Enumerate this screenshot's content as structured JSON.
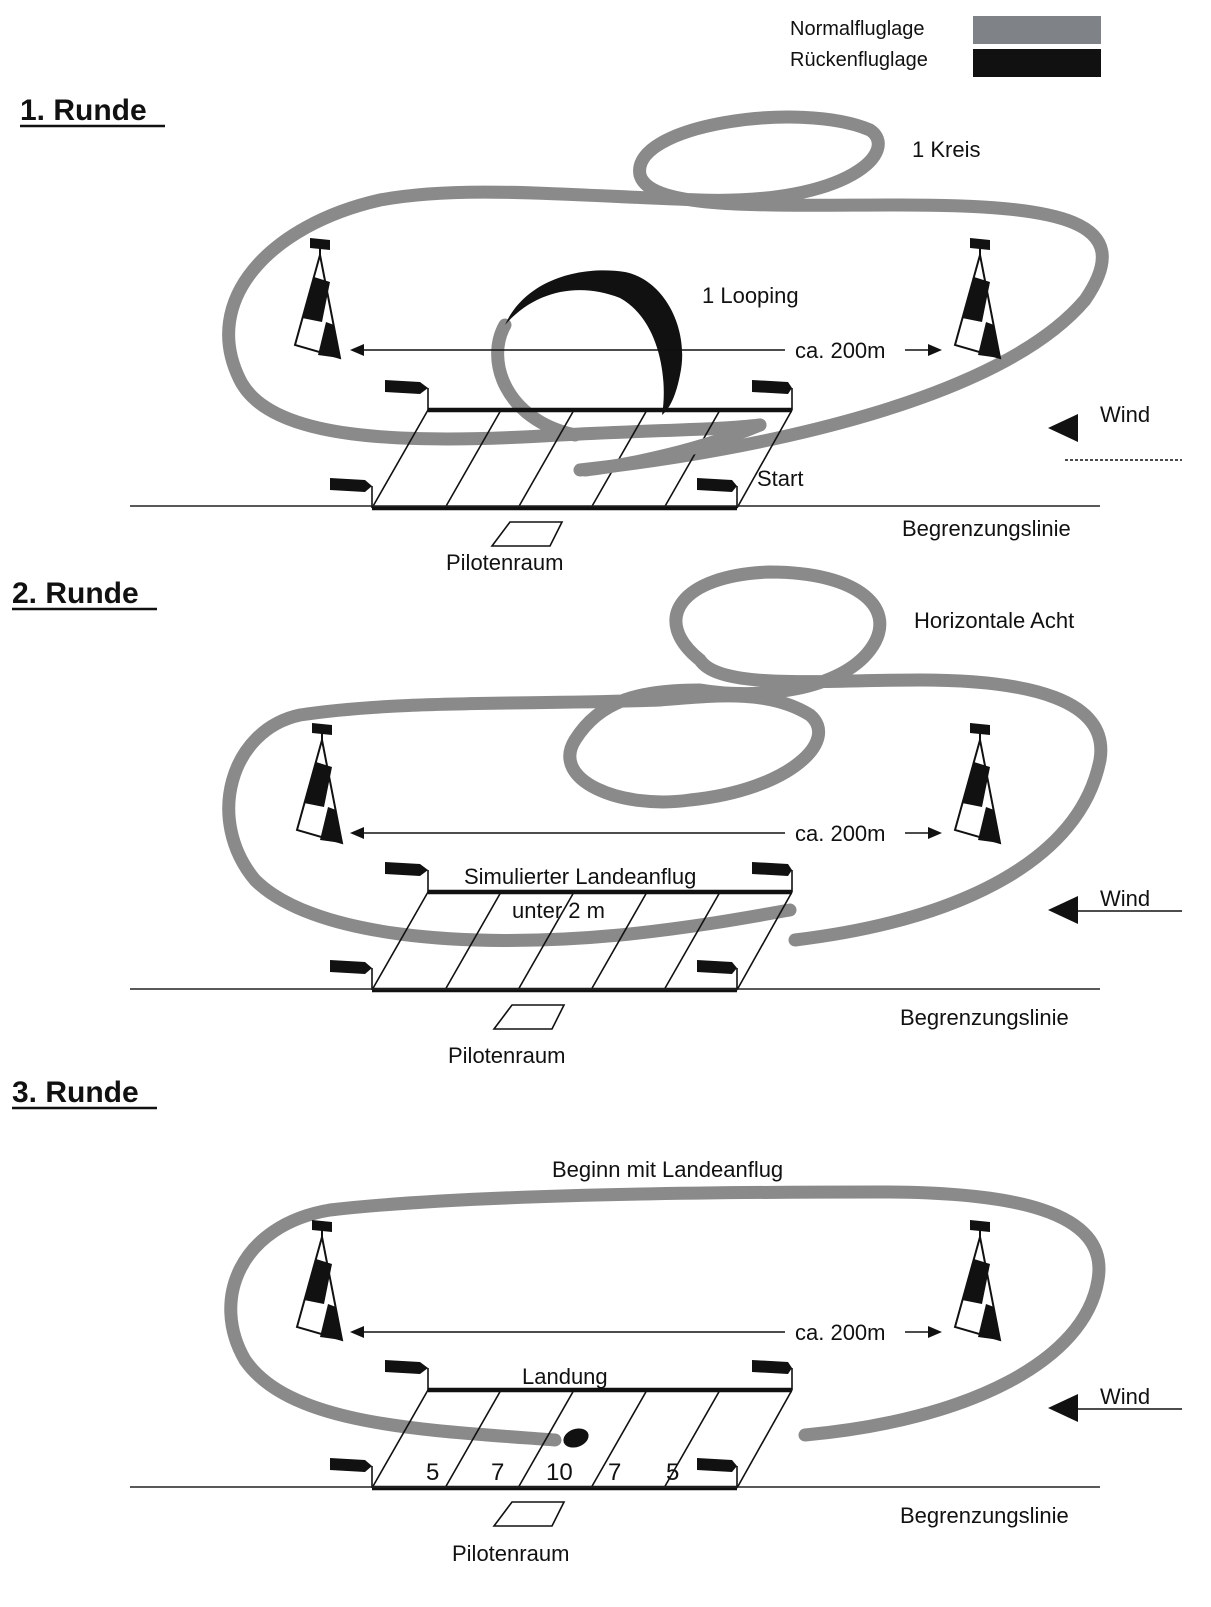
{
  "legend": {
    "normal_label": "Normalfluglage",
    "inverted_label": "Rückenfluglage",
    "normal_color": "#7f8287",
    "inverted_color": "#111111"
  },
  "rounds": [
    {
      "title": "1. Runde",
      "maneuver_a": "1 Kreis",
      "maneuver_b": "1 Looping",
      "distance": "ca. 200m",
      "wind": "Wind",
      "start": "Start",
      "boundary": "Begrenzungslinie",
      "pilot_area": "Pilotenraum"
    },
    {
      "title": "2. Runde",
      "maneuver_a": "Horizontale Acht",
      "distance": "ca. 200m",
      "landing_sim_1": "Simulierter Landeanflug",
      "landing_sim_2": "unter 2 m",
      "wind": "Wind",
      "boundary": "Begrenzungslinie",
      "pilot_area": "Pilotenraum"
    },
    {
      "title": "3. Runde",
      "maneuver_a": "Beginn mit Landeanflug",
      "distance": "ca. 200m",
      "landing": "Landung",
      "wind": "Wind",
      "boundary": "Begrenzungslinie",
      "pilot_area": "Pilotenraum",
      "scores": [
        "5",
        "7",
        "10",
        "7",
        "5"
      ]
    }
  ]
}
